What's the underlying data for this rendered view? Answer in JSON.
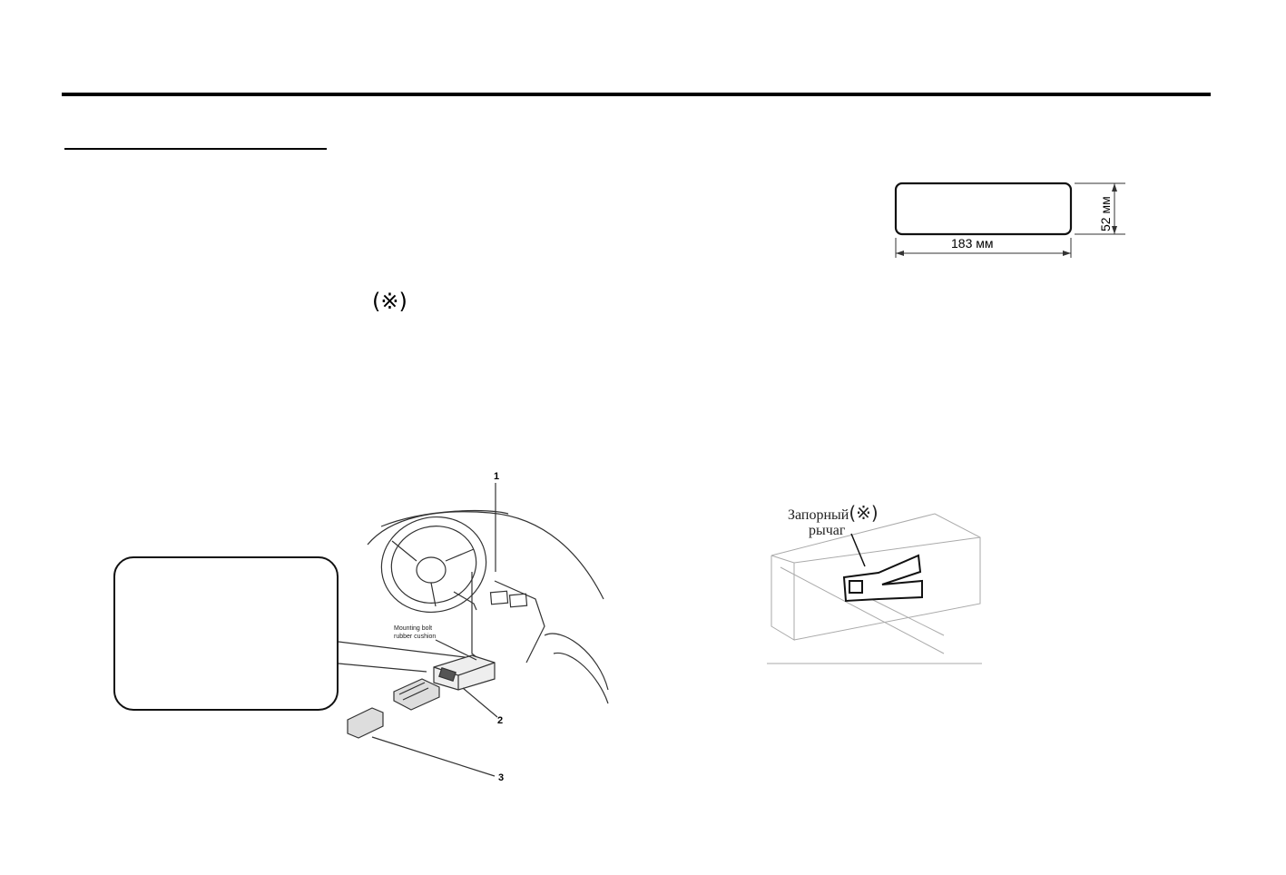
{
  "figure1": {
    "labels": {
      "n1": "1",
      "n2": "2",
      "n3": "3"
    },
    "mount_label_line1": "Mounting bolt",
    "mount_label_line2": "rubber cushion"
  },
  "ref_mark": "(※)",
  "dimension_box": {
    "width_label": "183 мм",
    "height_label": "52 мм"
  },
  "figure2": {
    "label_line1": "Запорный",
    "label_line2": "рычаг",
    "mark": "(※)"
  }
}
